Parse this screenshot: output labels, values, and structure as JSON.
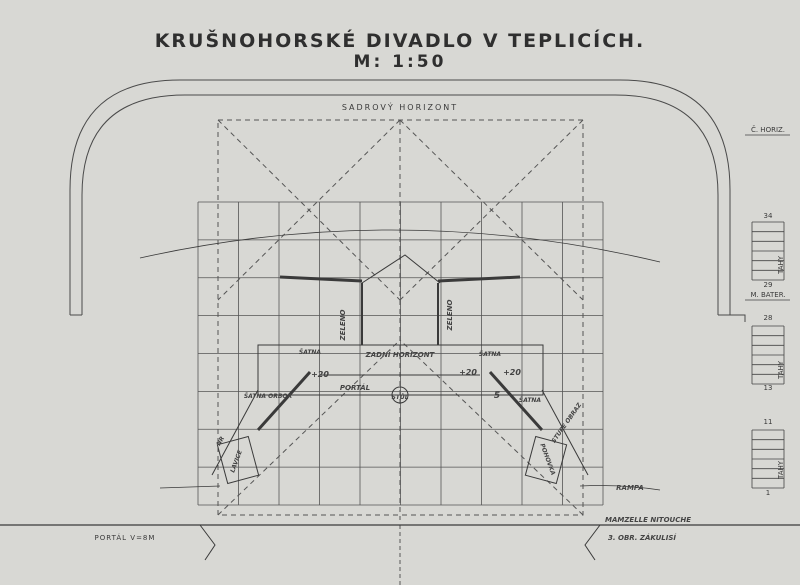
{
  "title": "KRUŠNOHORSKÉ DIVADLO V TEPLICÍCH.",
  "scale": "M: 1:50",
  "labels": {
    "cyclorama": "SADROVÝ HORIZONT",
    "c_horiz": "Č. HORIZ.",
    "tahy": "TAHY",
    "m_bater": "M. BATER.",
    "zadni_horizont": "ZADNÍ HORIZONT",
    "portal": "PORTÁL",
    "portal_vsm": "PORTÁL V=8M",
    "zeleno": "ZELENO",
    "zeleno_r": "ZELENO",
    "satna": "ŠATNA",
    "satna_r": "ŠATNA",
    "satna_or": "ŠATNA ORBOR",
    "satna_r2": "ŠATNA",
    "plus20_a": "+20",
    "plus20_b": "+20",
    "plus20_c": "+20",
    "stul": "STŮL",
    "five": "5",
    "nr_left": "NR",
    "lavice": "LAVICE",
    "stupe_obraz": "STUPE OBRAZ",
    "pohovka": "POHOVKA",
    "rampa": "RAMPA",
    "mamzelle": "MAMZELLE NITOUCHE",
    "three": "3. OBR. ZÁKULISÍ",
    "tahy_numbers": [
      "34",
      "29",
      "28",
      "13",
      "11",
      "1"
    ]
  }
}
